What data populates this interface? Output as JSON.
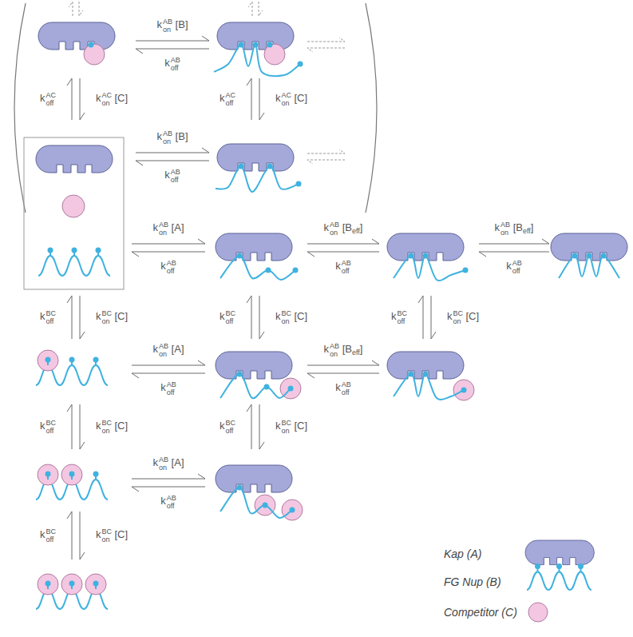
{
  "diagram": {
    "labels": [
      "kABon [B]",
      "kABoff",
      "kACoff",
      "kACon [C]",
      "kACoff",
      "kACon [C]",
      "kABon [B]",
      "kABoff",
      "kABon [A]",
      "kABoff",
      "kABon [Beff]",
      "kABoff",
      "kABon [Beff]",
      "kABoff",
      "kBCoff",
      "kBCon [C]",
      "kBCoff",
      "kBCon [C]",
      "kBCoff",
      "kBCon [C]",
      "kABon [A]",
      "kABoff",
      "kABon [Beff]",
      "kABoff",
      "kBCoff",
      "kBCon [C]",
      "kBCoff",
      "kBCon [C]",
      "kABon [A]",
      "kABoff",
      "kBCoff",
      "kBCon [C]"
    ],
    "legend": [
      {
        "text": "Kap (A)"
      },
      {
        "text": "FG Nup (B)"
      },
      {
        "text": "Competitor (C)"
      }
    ]
  }
}
